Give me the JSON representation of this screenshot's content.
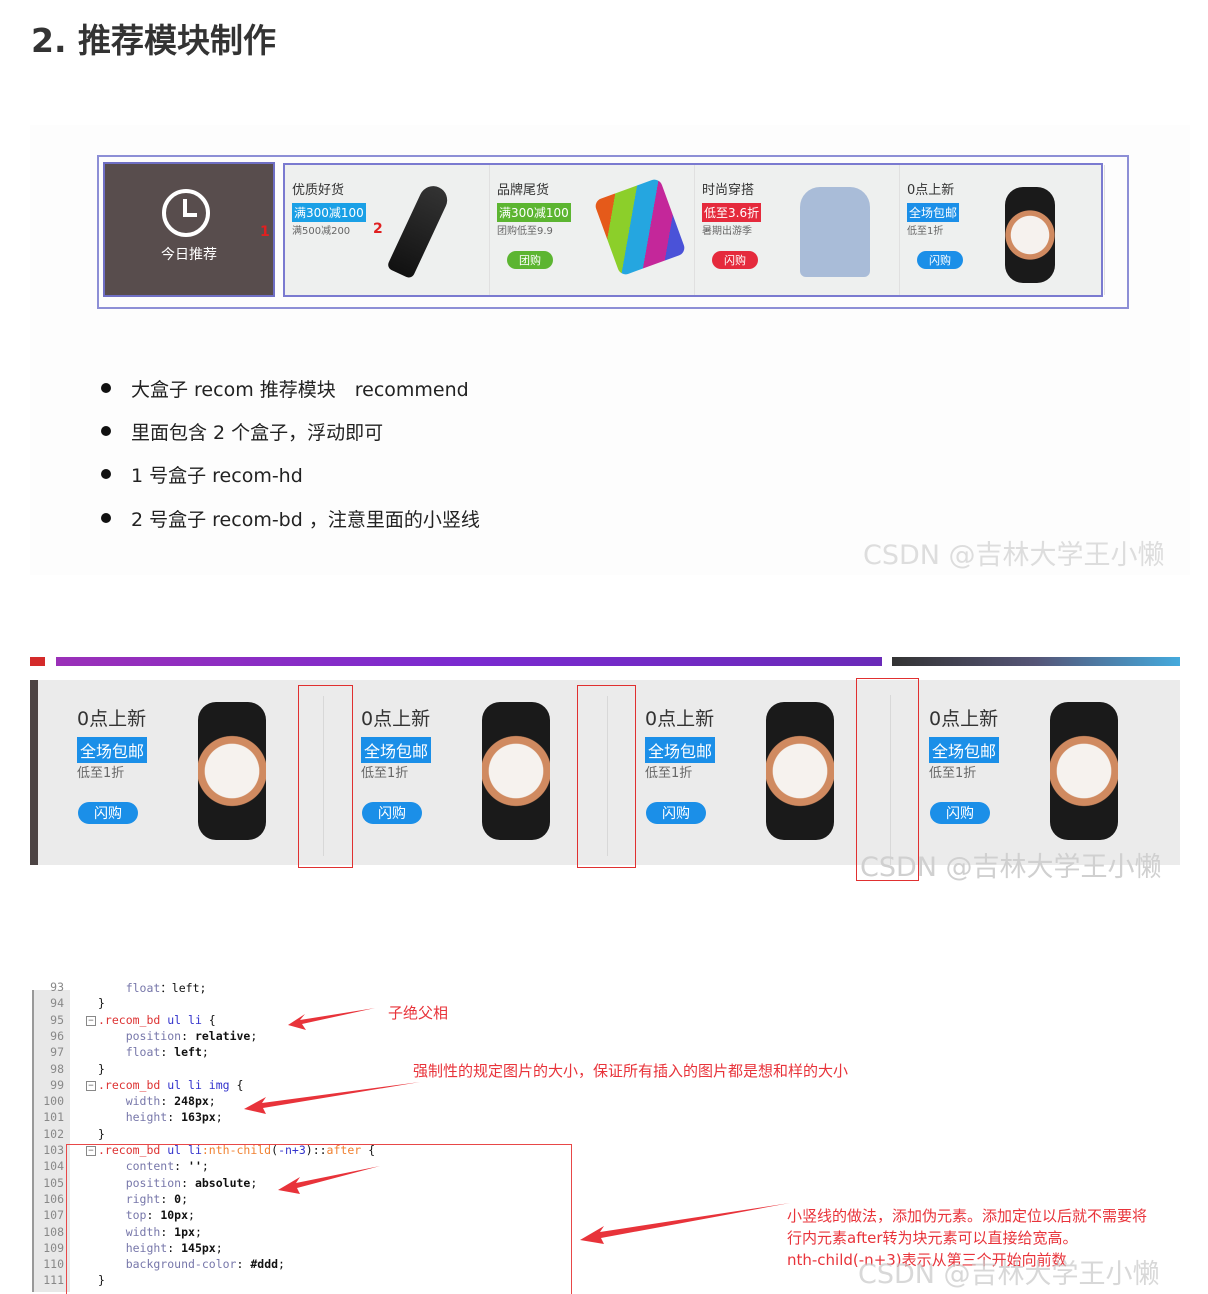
{
  "heading": "2. 推荐模块制作",
  "figure1": {
    "hd_label": "今日推荐",
    "hd_marker": "1",
    "bd_marker": "2",
    "items": [
      {
        "title": "优质好货",
        "tag": "满300减100",
        "tag_color": "#1aa0e6",
        "sub": "满500减200",
        "button": "",
        "btn_color": "",
        "pic": "vacuum"
      },
      {
        "title": "品牌尾货",
        "tag": "满300减100",
        "tag_color": "#5cb531",
        "sub": "团购低至9.9",
        "button": "团购",
        "btn_color": "#5cb531",
        "pic": "towels"
      },
      {
        "title": "时尚穿搭",
        "tag": "低至3.6折",
        "tag_color": "#e52a3c",
        "sub": "暑期出游季",
        "button": "闪购",
        "btn_color": "#e52a3c",
        "pic": "shirt"
      },
      {
        "title": "0点上新",
        "tag": "全场包邮",
        "tag_color": "#1b8fe8",
        "sub": "低至1折",
        "button": "闪购",
        "btn_color": "#1b8fe8",
        "pic": "watch"
      }
    ]
  },
  "bullets": [
    "大盒子 recom 推荐模块　recommend",
    "里面包含 2 个盒子，浮动即可",
    "1 号盒子 recom-hd",
    "2 号盒子 recom-bd ，注意里面的小竖线"
  ],
  "watermark": "CSDN @吉林大学王小懒",
  "figure2": {
    "items": [
      {
        "title": "0点上新",
        "tag": "全场包邮",
        "sub": "低至1折",
        "button": "闪购"
      },
      {
        "title": "0点上新",
        "tag": "全场包邮",
        "sub": "低至1折",
        "button": "闪购"
      },
      {
        "title": "0点上新",
        "tag": "全场包邮",
        "sub": "低至1折",
        "button": "闪购"
      },
      {
        "title": "0点上新",
        "tag": "全场包邮",
        "sub": "低至1折",
        "button": "闪购"
      }
    ]
  },
  "code": [
    {
      "n": "93",
      "seg": [
        [
          "prop",
          "    float"
        ],
        [
          "",
          "：left;"
        ]
      ]
    },
    {
      "n": "94",
      "seg": [
        [
          "",
          "}"
        ]
      ]
    },
    {
      "n": "95",
      "seg": [
        [
          "sel",
          ".recom_bd "
        ],
        [
          "kw",
          "ul li "
        ],
        [
          "",
          "{"
        ]
      ]
    },
    {
      "n": "96",
      "seg": [
        [
          "prop",
          "    position"
        ],
        [
          "",
          ": "
        ],
        [
          "val",
          "relative"
        ],
        [
          "",
          ";"
        ]
      ]
    },
    {
      "n": "97",
      "seg": [
        [
          "prop",
          "    float"
        ],
        [
          "",
          ": "
        ],
        [
          "val",
          "left"
        ],
        [
          "",
          ";"
        ]
      ]
    },
    {
      "n": "98",
      "seg": [
        [
          "",
          "}"
        ]
      ]
    },
    {
      "n": "99",
      "seg": [
        [
          "sel",
          ".recom_bd "
        ],
        [
          "kw",
          "ul li img "
        ],
        [
          "",
          "{"
        ]
      ]
    },
    {
      "n": "100",
      "seg": [
        [
          "prop",
          "    width"
        ],
        [
          "",
          ": "
        ],
        [
          "val",
          "248px"
        ],
        [
          "",
          ";"
        ]
      ]
    },
    {
      "n": "101",
      "seg": [
        [
          "prop",
          "    height"
        ],
        [
          "",
          ": "
        ],
        [
          "val",
          "163px"
        ],
        [
          "",
          ";"
        ]
      ]
    },
    {
      "n": "102",
      "seg": [
        [
          "",
          "}"
        ]
      ]
    },
    {
      "n": "103",
      "seg": [
        [
          "sel",
          ".recom_bd "
        ],
        [
          "kw",
          "ul li"
        ],
        [
          "pse",
          ":nth-child"
        ],
        [
          "",
          "("
        ],
        [
          "kw",
          "-n+3"
        ],
        [
          "",
          ")::"
        ],
        [
          "pse",
          "after"
        ],
        [
          "",
          " {"
        ]
      ]
    },
    {
      "n": "104",
      "seg": [
        [
          "prop",
          "    content"
        ],
        [
          "",
          ": "
        ],
        [
          "val",
          "''"
        ],
        [
          "",
          ";"
        ]
      ]
    },
    {
      "n": "105",
      "seg": [
        [
          "prop",
          "    position"
        ],
        [
          "",
          ": "
        ],
        [
          "val",
          "absolute"
        ],
        [
          "",
          ";"
        ]
      ]
    },
    {
      "n": "106",
      "seg": [
        [
          "prop",
          "    right"
        ],
        [
          "",
          ": "
        ],
        [
          "val",
          "0"
        ],
        [
          "",
          ";"
        ]
      ]
    },
    {
      "n": "107",
      "seg": [
        [
          "prop",
          "    top"
        ],
        [
          "",
          ": "
        ],
        [
          "val",
          "10px"
        ],
        [
          "",
          ";"
        ]
      ]
    },
    {
      "n": "108",
      "seg": [
        [
          "prop",
          "    width"
        ],
        [
          "",
          ": "
        ],
        [
          "val",
          "1px"
        ],
        [
          "",
          ";"
        ]
      ]
    },
    {
      "n": "109",
      "seg": [
        [
          "prop",
          "    height"
        ],
        [
          "",
          ": "
        ],
        [
          "val",
          "145px"
        ],
        [
          "",
          ";"
        ]
      ]
    },
    {
      "n": "110",
      "seg": [
        [
          "prop",
          "    background-color"
        ],
        [
          "",
          ": "
        ],
        [
          "val",
          "#ddd"
        ],
        [
          "",
          ";"
        ]
      ]
    },
    {
      "n": "111",
      "seg": [
        [
          "",
          "}"
        ]
      ]
    }
  ],
  "annotations": {
    "a1": "子绝父相",
    "a2": "强制性的规定图片的大小，保证所有插入的图片都是想和样的大小",
    "a3": [
      "小竖线的做法，添加伪元素。添加定位以后就不需要将",
      "行内元素after转为块元素可以直接给宽高。",
      "nth-child(-n+3)表示从第三个开始向前数"
    ]
  }
}
